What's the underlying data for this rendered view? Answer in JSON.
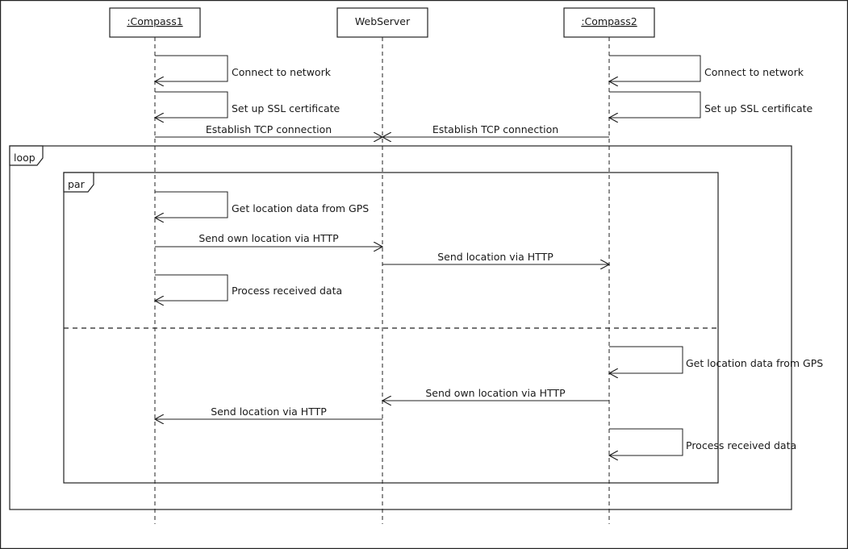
{
  "participants": [
    {
      "id": "compass1",
      "label": ":Compass1",
      "underline": true
    },
    {
      "id": "webserver",
      "label": "WebServer",
      "underline": false
    },
    {
      "id": "compass2",
      "label": ":Compass2",
      "underline": true
    }
  ],
  "fragments": {
    "loop": {
      "label": "loop"
    },
    "par": {
      "label": "par"
    }
  },
  "messages": [
    {
      "type": "self",
      "on": "compass1",
      "text": "Connect to network"
    },
    {
      "type": "self",
      "on": "compass1",
      "text": "Set up SSL certificate"
    },
    {
      "type": "self",
      "on": "compass2",
      "text": "Connect to network"
    },
    {
      "type": "self",
      "on": "compass2",
      "text": "Set up SSL certificate"
    },
    {
      "type": "call",
      "from": "compass1",
      "to": "webserver",
      "text": "Establish TCP connection"
    },
    {
      "type": "call",
      "from": "compass2",
      "to": "webserver",
      "text": "Establish TCP connection"
    },
    {
      "type": "self",
      "on": "compass1",
      "text": "Get location data from GPS"
    },
    {
      "type": "call",
      "from": "compass1",
      "to": "webserver",
      "text": "Send own location via HTTP"
    },
    {
      "type": "call",
      "from": "webserver",
      "to": "compass2",
      "text": "Send location via HTTP"
    },
    {
      "type": "self",
      "on": "compass1",
      "text": "Process received data"
    },
    {
      "type": "self",
      "on": "compass2",
      "text": "Get location data from GPS"
    },
    {
      "type": "call",
      "from": "compass2",
      "to": "webserver",
      "text": "Send own location via HTTP"
    },
    {
      "type": "call",
      "from": "webserver",
      "to": "compass1",
      "text": "Send location via HTTP"
    },
    {
      "type": "self",
      "on": "compass2",
      "text": "Process received data"
    }
  ]
}
